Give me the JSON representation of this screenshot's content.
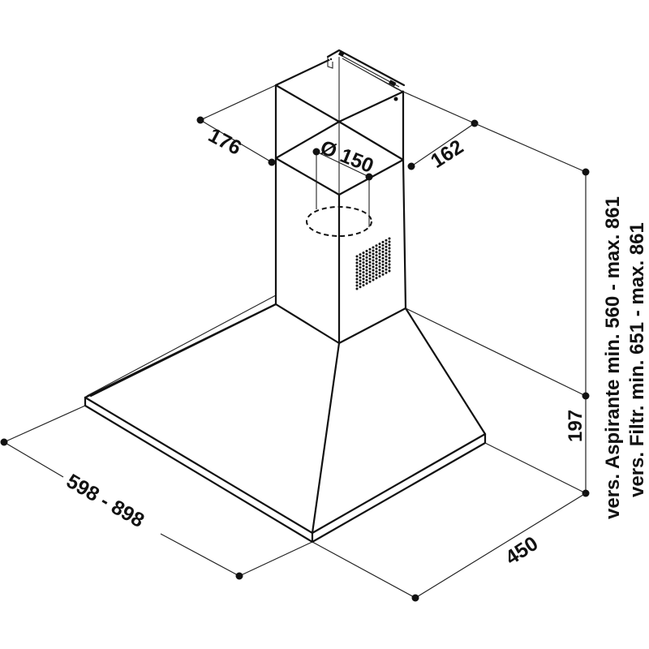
{
  "drawing": {
    "subject": "Chimney cooker hood technical dimension drawing",
    "colors": {
      "line": "#111111",
      "background": "#ffffff"
    },
    "dimensions": {
      "chimney_depth": "176",
      "chimney_width": "162",
      "duct_diameter": "Ø 150",
      "hood_width": "598 - 898",
      "hood_depth": "450",
      "hood_height": "197"
    },
    "height_notes": {
      "aspirante": "vers. Aspirante min. 560 - max. 861",
      "filtrante": "vers. Filtr. min. 651 - max. 861"
    },
    "icons": [
      "mounting-bracket",
      "ventilation-grille",
      "duct-outlet-dashed-circle"
    ]
  }
}
